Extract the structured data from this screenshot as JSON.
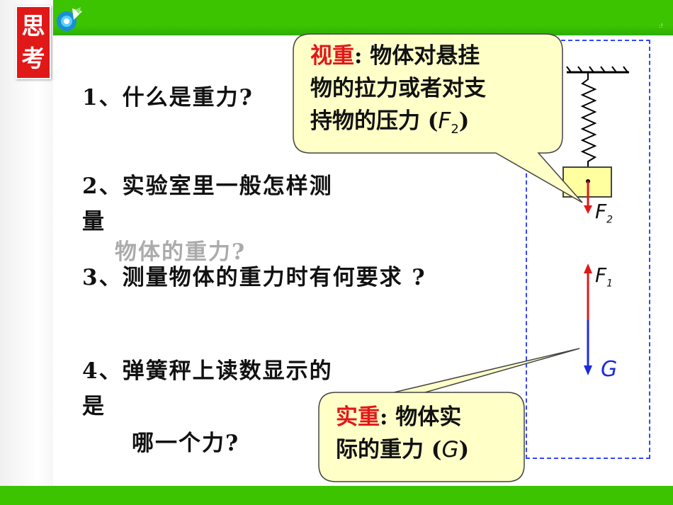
{
  "badge": {
    "chars": [
      "思",
      "考"
    ]
  },
  "questions": [
    {
      "number": "1",
      "sep": "、",
      "text": "什么是重力?"
    },
    {
      "number": "2",
      "sep": "、",
      "text": "实验室里一般怎样测",
      "cont1": "量",
      "cont2": "物体的重力?"
    },
    {
      "number": "3",
      "sep": "、",
      "text": "测量物体的重力时有何要求 ?"
    },
    {
      "number": "4",
      "sep": "、",
      "text": "弹簧秤上读数显示的",
      "cont1": "是",
      "cont2": "哪一个力?"
    }
  ],
  "callout_apparent": {
    "term": "视重",
    "colon": ":",
    "line1": "物体对悬挂",
    "line2": "物的拉力或者对支",
    "line3": "持物的压力 (",
    "symbol": "F",
    "sub": "2",
    "close": ")"
  },
  "callout_actual": {
    "term": "实重",
    "colon": ":",
    "line1": "物体实",
    "line2": "际的重力 (",
    "symbol": "G",
    "close": ")"
  },
  "labels": {
    "f2_symbol": "F",
    "f2_sub": "2",
    "f1_symbol": "F",
    "f1_sub": "1",
    "g_symbol": "G"
  },
  "colors": {
    "topbar": "#3cc400",
    "badge": "#e01818",
    "callout_fill": "#ffffc8",
    "dash": "#3346ff",
    "arrow_red": "#e01818",
    "arrow_blue": "#1a2bdc"
  }
}
